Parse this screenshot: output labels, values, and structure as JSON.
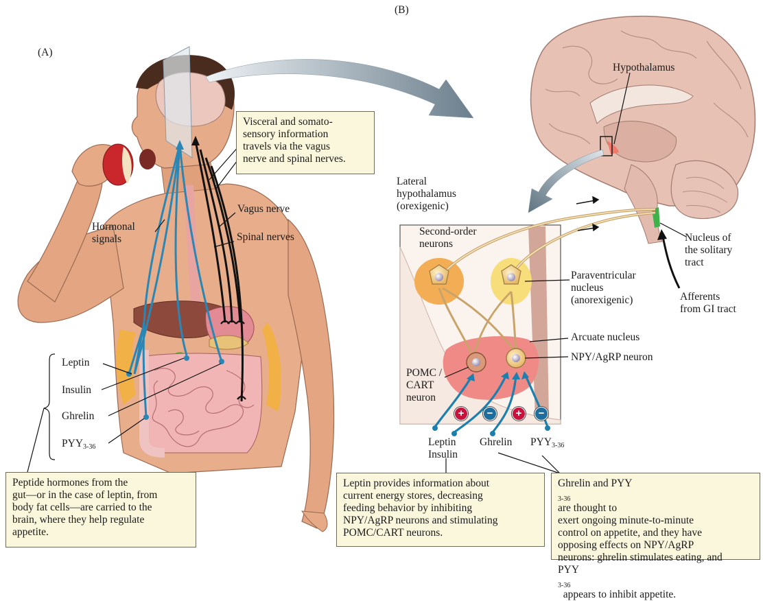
{
  "panel_a": {
    "label": "(A)",
    "labels": {
      "hormonal_signals": [
        "Hormonal",
        "signals"
      ],
      "vagus_nerve": "Vagus nerve",
      "spinal_nerves": "Spinal nerves",
      "leptin": "Leptin",
      "insulin": "Insulin",
      "ghrelin": "Ghrelin",
      "pyy_base": "PYY",
      "pyy_sub": "3-36"
    },
    "visceral_box": [
      "Visceral and somato-",
      "sensory information",
      "travels via the vagus",
      "nerve and spinal nerves."
    ],
    "peptide_box": [
      "Peptide hormones from the",
      "gut—or in the case of leptin, from",
      "body fat cells—are carried to the",
      "brain, where they help regulate",
      "appetite."
    ]
  },
  "panel_b": {
    "label": "(B)",
    "labels": {
      "hypothalamus": "Hypothalamus",
      "lateral_hypothalamus": [
        "Lateral",
        "hypothalamus",
        "(orexigenic)"
      ],
      "second_order": [
        "Second-order",
        "neurons"
      ],
      "paraventricular": [
        "Paraventricular",
        "nucleus",
        "(anorexigenic)"
      ],
      "arcuate": "Arcuate nucleus",
      "npy_agrp": "NPY/AgRP neuron",
      "pomc_cart": [
        "POMC /",
        "CART",
        "neuron"
      ],
      "nucleus_solitary": [
        "Nucleus of",
        "the solitary",
        "tract"
      ],
      "afferents": [
        "Afferents",
        "from GI tract"
      ],
      "leptin": "Leptin",
      "insulin": "Insulin",
      "ghrelin": "Ghrelin",
      "pyy_base": "PYY",
      "pyy_sub": "3-36"
    },
    "signs": [
      "+",
      "−",
      "+",
      "−"
    ],
    "leptin_box": [
      "Leptin provides information about",
      "current energy stores, decreasing",
      "feeding behavior by inhibiting",
      "NPY/AgRP neurons and stimulating",
      "POMC/CART neurons."
    ],
    "ghrelin_box": {
      "line1_a": "Ghrelin and PYY",
      "line1_sub": "3-36",
      "line1_b": " are thought to",
      "line2": "exert ongoing minute-to-minute",
      "line3": "control on appetite, and they have",
      "line4": "opposing effects on NPY/AgRP",
      "line5": "neurons: ghrelin stimulates eating, and",
      "line6_a": "PYY",
      "line6_sub": "3-36",
      "line6_b": "  appears to inhibit appetite."
    }
  },
  "colors": {
    "hormone_blue": "#2a86b4",
    "nerve_black": "#111111",
    "plus_red": "#c8123c",
    "minus_blue": "#1d6e9c",
    "box_fill": "#fbf7dd",
    "arcuate_pink": "#ef8a86",
    "lateral_orange": "#f2ad55",
    "paraventricular_yellow": "#f7de7a",
    "solitary_green": "#3db24a",
    "skin": "#e3a582",
    "brain_pink": "#e7c2b4"
  }
}
